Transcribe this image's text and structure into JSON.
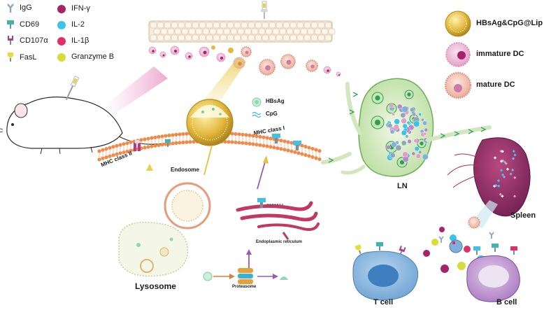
{
  "legend_left": [
    {
      "label": "IgG",
      "icon": "igg-icon",
      "color": "#8fa5b8"
    },
    {
      "label": "CD69",
      "icon": "cd69-icon",
      "color": "#3fb6a8"
    },
    {
      "label": "CD107α",
      "icon": "cd107a-icon",
      "color": "#b03a8c"
    },
    {
      "label": "FasL",
      "icon": "fasl-icon",
      "color": "#e8dc3a"
    }
  ],
  "legend_mid": [
    {
      "label": "IFN-γ",
      "icon": "ifn-gamma-icon",
      "color": "#a8226a"
    },
    {
      "label": "IL-2",
      "icon": "il2-icon",
      "color": "#3bc3e8"
    },
    {
      "label": "IL-1β",
      "icon": "il1b-icon",
      "color": "#e0306a"
    },
    {
      "label": "Granzyme B",
      "icon": "granzyme-b-icon",
      "color": "#d8dc38"
    }
  ],
  "legend_right": [
    {
      "label": "HBsAg&CpG@Lip",
      "icon": "liposome-icon"
    },
    {
      "label": "immature DC",
      "icon": "immature-dc-icon"
    },
    {
      "label": "mature DC",
      "icon": "mature-dc-icon"
    }
  ],
  "labels": {
    "hbsag": "HBsAg",
    "cpg": "CpG",
    "mhc2": "MHC class II",
    "mhc1": "MHC class I",
    "endosome": "Endosome",
    "lysosome": "Lysosome",
    "proteasome": "Proteasome",
    "er": "Endoplasmic reticulum",
    "ln": "LN",
    "spleen": "Spleen",
    "tcell": "T cell",
    "bcell": "B cell"
  },
  "colors": {
    "membrane": "#f08a4b",
    "liposome": "#e2b83a",
    "skin": "#f2d8b8",
    "lymph": "#9fd08a",
    "spleen": "#8e2f6d",
    "tcell": "#7fb0dc",
    "bcell": "#b58ac7",
    "er": "#c2385e"
  }
}
